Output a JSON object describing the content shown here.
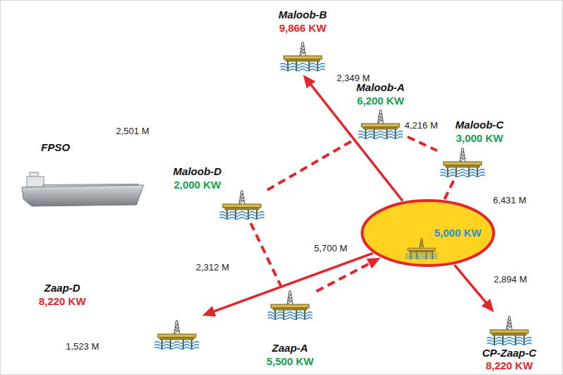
{
  "diagram": {
    "nodes": [
      {
        "text": [
          "Maloob-B",
          "9,866 KW"
        ]
      },
      {
        "text": [
          "Maloob-A",
          "6,200 KW"
        ]
      },
      {
        "text": [
          "Maloob-C",
          "3,000 KW"
        ]
      },
      {
        "text": [
          "FPSO"
        ]
      },
      {
        "text": [
          "Maloob-D",
          "2,000 KW"
        ]
      },
      {
        "text": [
          "5,000 KW"
        ]
      },
      {
        "text": [
          "Zaap-D",
          "8,220 KW"
        ]
      },
      {
        "text": [
          "Zaap-A",
          "5,500 KW"
        ]
      },
      {
        "text": [
          "CP-Zaap-C",
          "8,220 KW"
        ]
      }
    ],
    "edges": [
      {
        "from": 5,
        "to": 0,
        "arrow": "to"
      },
      {
        "from": 5,
        "to": 8,
        "arrow": "to"
      },
      {
        "from": 5,
        "to": 6,
        "arrow": "to"
      },
      {
        "from": 7,
        "to": 5,
        "arrow": "to"
      },
      {
        "from": 4,
        "to": 1,
        "arrow": "none"
      },
      {
        "from": 1,
        "to": 2,
        "arrow": "none"
      },
      {
        "from": 2,
        "to": 5,
        "arrow": "none"
      },
      {
        "from": 4,
        "to": 7,
        "arrow": "none"
      }
    ],
    "labels": [
      "2,349 M",
      "2,501 M",
      "4,216 M",
      "6,431 M",
      "5,700 M",
      "2,312 M",
      "2,894 M",
      "1,523 M"
    ]
  }
}
